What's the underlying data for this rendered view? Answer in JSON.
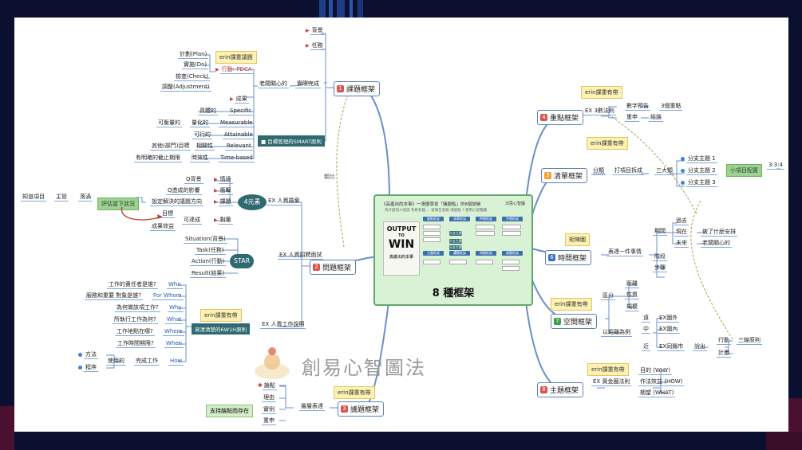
{
  "center": {
    "title": "8 種框架",
    "header_line1": "《高產出的本事》一張圖學會「議題點」的8個訣竅",
    "header_line2": "為什麼別人說話 有條有理 、 寫報告思路 清楚點 ? 善用心智圖讓",
    "brand": "沉思心智圖",
    "book_words": [
      "OUTPUT",
      "TO",
      "WIN"
    ],
    "book_caption": "高產出的本事",
    "grid_labels": [
      "重點框架",
      "清單框架",
      "時間框架",
      "空間框架",
      "主題框架",
      "議題框架",
      "問題框架",
      "課題框架"
    ],
    "grid_sub": [
      "分支主題一",
      "分支主題二",
      "分支主題三"
    ]
  },
  "branches": {
    "ketai": {
      "label": "課題框架",
      "num": "1",
      "color": "#d9534f"
    },
    "wenti": {
      "label": "問題框架",
      "num": "2",
      "color": "#d9534f"
    },
    "yiti": {
      "label": "議題框架",
      "num": "3",
      "color": "#d9534f"
    },
    "zhongdian": {
      "label": "重點框架",
      "num": "4",
      "color": "#d9534f"
    },
    "qingdan": {
      "label": "清單框架",
      "num": "5",
      "color": "#f0a030"
    },
    "shijian": {
      "label": "時間框架",
      "num": "6",
      "color": "#3a6fc4"
    },
    "kongjian": {
      "label": "空間框架",
      "num": "7",
      "color": "#3aa04a"
    },
    "zhuti": {
      "label": "主題框架",
      "num": "8",
      "color": "#d9534f"
    }
  },
  "ketai_nodes": {
    "beijing": "背景",
    "renwu": "任務",
    "laoban": "老闆關心的",
    "shiji": "實際完成",
    "erin1": "erin課重議題",
    "plan": "計劃(Plan)",
    "do": "實施(Do)",
    "check": "檢查(Check)",
    "adjust": "調整(Adjustment)",
    "pdca": "行動: PDCA",
    "chengguo": "成果",
    "specific_cn": "具體的",
    "specific": "Specific",
    "measurable_pre": "可衡量的",
    "measurable_cn": "量化的",
    "measurable": "Measurable",
    "attainable_cn": "可行的",
    "attainable": "Attainable",
    "relevant_pre": "其他(部門)目標",
    "relevant_cn": "相關性",
    "relevant": "Relevant",
    "time_pre": "有明確的截止期限",
    "time_cn": "時效性",
    "time": "Time-based",
    "smart": "目標管理的SMART原則",
    "leibi": "類比"
  },
  "wenti_nodes": {
    "ex1": "EX 人資擔案",
    "four": "4元素",
    "q_bg": "Q背景",
    "q_qj": "情境",
    "q_impact": "Q造成的影響",
    "q_cj": "衝擊",
    "q_dir": "設定解決的議題方向",
    "q_kt": "課題",
    "mubiao": "目標",
    "kedacheng": "可達成",
    "duice": "對策",
    "chengguo": "成果效益",
    "pinggu": "評估當下狀況",
    "zhidao": "知道項目",
    "zhuguan": "主管",
    "duanjian": "落渦",
    "ex2": "EX 人資招聘面試",
    "star": "STAR",
    "situation": "Situation(背景)",
    "task": "Task(任務)",
    "action": "Action(行動)",
    "result": "Result(結果)",
    "ex3": "EX 人資工作說明",
    "erin2": "erin課重有帶",
    "w6": "寫清清楚的6W1H原則",
    "who_q": "工作的責任者是誰?",
    "who": "Who",
    "whom_q": "服務和重要 對象是誰?",
    "whom": "For Whom",
    "why_q": "為何做該項工作?",
    "why": "Why",
    "what_q": "所執行工作為何?",
    "what": "What",
    "where_q": "工作地點在哪?",
    "where": "Where",
    "when_q": "工作時間期限?",
    "when": "When",
    "fangfa": "方法",
    "chengxu": "程序",
    "shiyong": "使用的",
    "wancheng": "完成工作",
    "how": "How"
  },
  "yiti_nodes": {
    "lundian": "論點",
    "liyou": "理由",
    "shili": "實例",
    "zhongshen": "重申",
    "cengceng": "層層表達",
    "erin3": "erin課重有帶",
    "support": "支持論點而存在"
  },
  "zhongdian_nodes": {
    "erin": "erin課重有帶",
    "ex": "EX 3數法則",
    "shuzi": "數字預告",
    "sanhui": "3個重點",
    "zhongshen": "重申",
    "jielun": "結論"
  },
  "qingdan_nodes": {
    "erin": "erin課重有帶",
    "fenlei": "分類",
    "dachai": "打項目拆成",
    "sanda": "三大類",
    "sub1": "分支主題 1",
    "sub2": "分支主題 2",
    "sub3": "分支主題 3",
    "xiaoxiang": "小項目配置",
    "ratio": "3:3:4"
  },
  "shijian_nodes": {
    "juzhen": "矩陣圖",
    "biaoda": "表達一件事情",
    "qijian": "期間",
    "guoqu": "過去",
    "xianzai": "現在",
    "zuole": "做了什麼安排",
    "weilai": "未來",
    "laoban": "老闆關心的",
    "jieduan": "階段",
    "buzhou": "步驟"
  },
  "kongjian_nodes": {
    "erin": "erin課重有帶",
    "qufen": "區分",
    "juli": "距離",
    "xingzhi": "性質",
    "guimo": "規模",
    "yijuli": "以距離為例",
    "yuan": "遠",
    "guowai": "EX國外",
    "zhong": "中",
    "guonei": "EX國內",
    "jin": "近",
    "tongcheng": "EX同縣市",
    "shuchu": "說出",
    "xingdong": "行動",
    "sanyuan": "三線原則",
    "jihua": "計畫"
  },
  "zhuti_nodes": {
    "erin": "erin課重有帶",
    "ex": "EX 黃金圈法則",
    "why": "目的 (WHY)",
    "how": "作法效益 (HOW)",
    "what": "期望 (WHAT)"
  },
  "watermark": "創易心智圖法"
}
